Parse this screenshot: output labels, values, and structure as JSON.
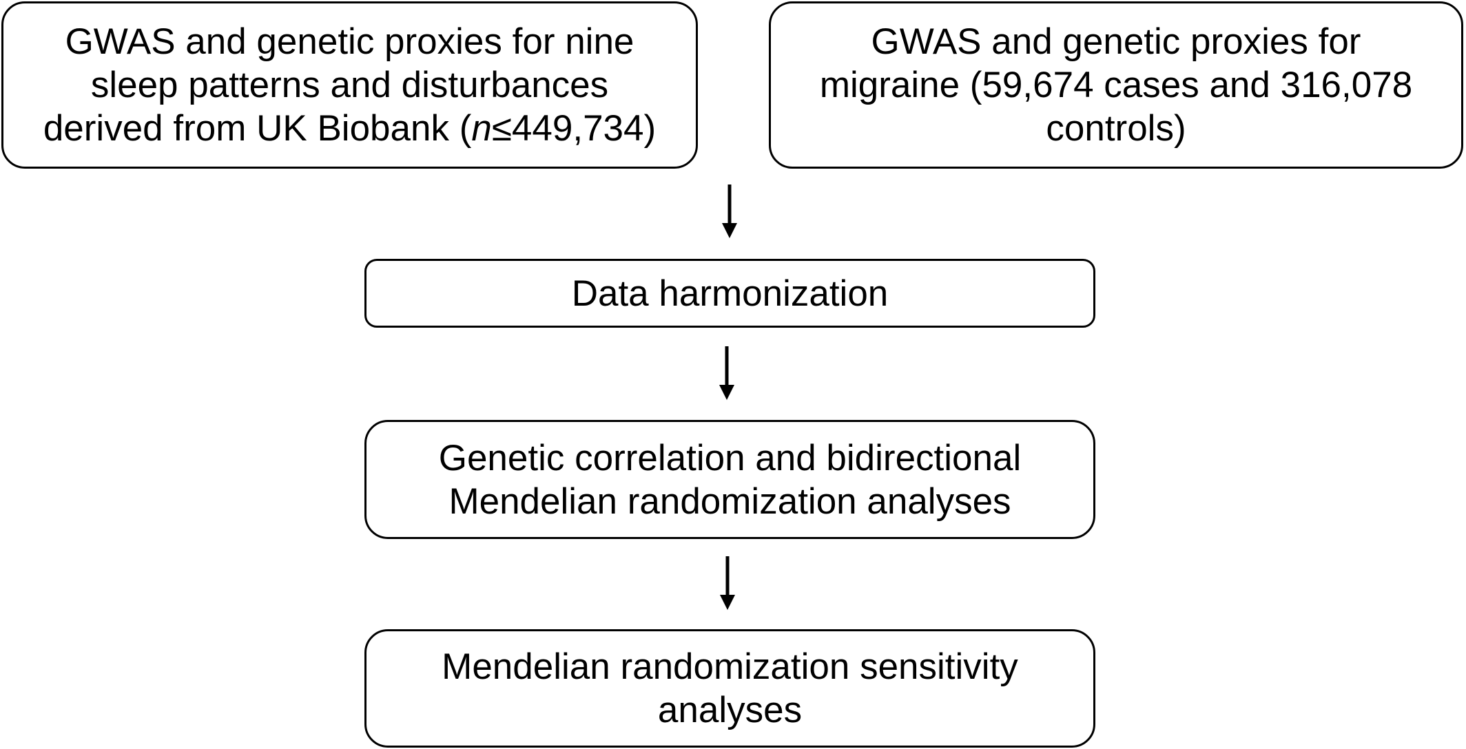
{
  "diagram": {
    "nodes": [
      {
        "id": "sleep-gwas",
        "lines": [
          "GWAS and genetic proxies for nine",
          "sleep patterns and disturbances",
          "derived from UK Biobank ("
        ],
        "italic_n": "n",
        "last_line_suffix": "≤449,734)"
      },
      {
        "id": "migraine-gwas",
        "lines": [
          "GWAS and genetic proxies for",
          "migraine (59,674 cases and 316,078",
          "controls)"
        ]
      },
      {
        "id": "data-harmonization",
        "lines": [
          "Data harmonization"
        ]
      },
      {
        "id": "genetic-correlation",
        "lines": [
          "Genetic correlation and bidirectional",
          "Mendelian randomization analyses"
        ]
      },
      {
        "id": "sensitivity",
        "lines": [
          "Mendelian randomization sensitivity",
          "analyses"
        ]
      }
    ],
    "edges": [
      {
        "from": "sleep-gwas+migraine-gwas",
        "to": "data-harmonization"
      },
      {
        "from": "data-harmonization",
        "to": "genetic-correlation"
      },
      {
        "from": "genetic-correlation",
        "to": "sensitivity"
      }
    ],
    "colors": {
      "stroke": "#000000",
      "background": "#ffffff",
      "text": "#000000"
    }
  }
}
